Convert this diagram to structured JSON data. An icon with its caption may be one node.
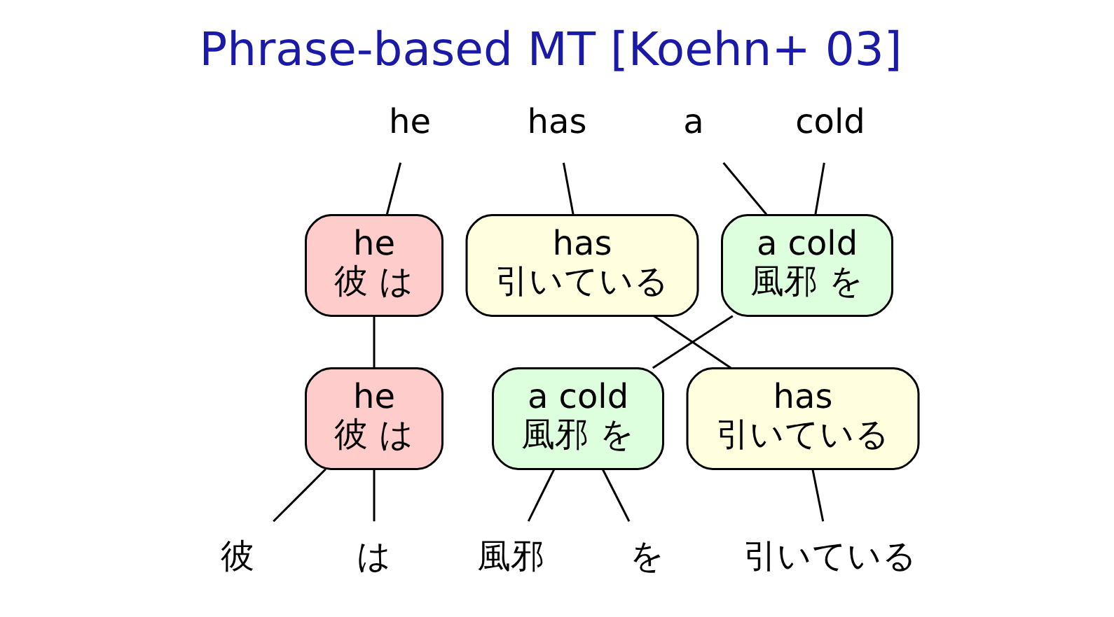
{
  "diagram": {
    "title": "Phrase-based MT [Koehn+ 03]",
    "nodes": [
      {
        "text": [
          "he"
        ]
      },
      {
        "text": [
          "has"
        ]
      },
      {
        "text": [
          "a"
        ]
      },
      {
        "text": [
          "cold"
        ]
      },
      {
        "text": [
          "he",
          "彼 は"
        ]
      },
      {
        "text": [
          "has",
          "引いている"
        ]
      },
      {
        "text": [
          "a cold",
          "風邪 を"
        ]
      },
      {
        "text": [
          "he",
          "彼 は"
        ]
      },
      {
        "text": [
          "a cold",
          "風邪 を"
        ]
      },
      {
        "text": [
          "has",
          "引いている"
        ]
      },
      {
        "text": [
          "彼"
        ]
      },
      {
        "text": [
          "は"
        ]
      },
      {
        "text": [
          "風邪"
        ]
      },
      {
        "text": [
          "を"
        ]
      },
      {
        "text": [
          "引いている"
        ]
      }
    ],
    "edges": [
      {
        "from": 0,
        "to": 4,
        "arrow": "none"
      },
      {
        "from": 1,
        "to": 5,
        "arrow": "none"
      },
      {
        "from": 2,
        "to": 6,
        "arrow": "none"
      },
      {
        "from": 3,
        "to": 6,
        "arrow": "none"
      },
      {
        "from": 4,
        "to": 7,
        "arrow": "none"
      },
      {
        "from": 5,
        "to": 9,
        "arrow": "none"
      },
      {
        "from": 6,
        "to": 8,
        "arrow": "none"
      },
      {
        "from": 7,
        "to": 10,
        "arrow": "none"
      },
      {
        "from": 7,
        "to": 11,
        "arrow": "none"
      },
      {
        "from": 8,
        "to": 12,
        "arrow": "none"
      },
      {
        "from": 8,
        "to": 13,
        "arrow": "none"
      },
      {
        "from": 9,
        "to": 14,
        "arrow": "none"
      }
    ]
  }
}
